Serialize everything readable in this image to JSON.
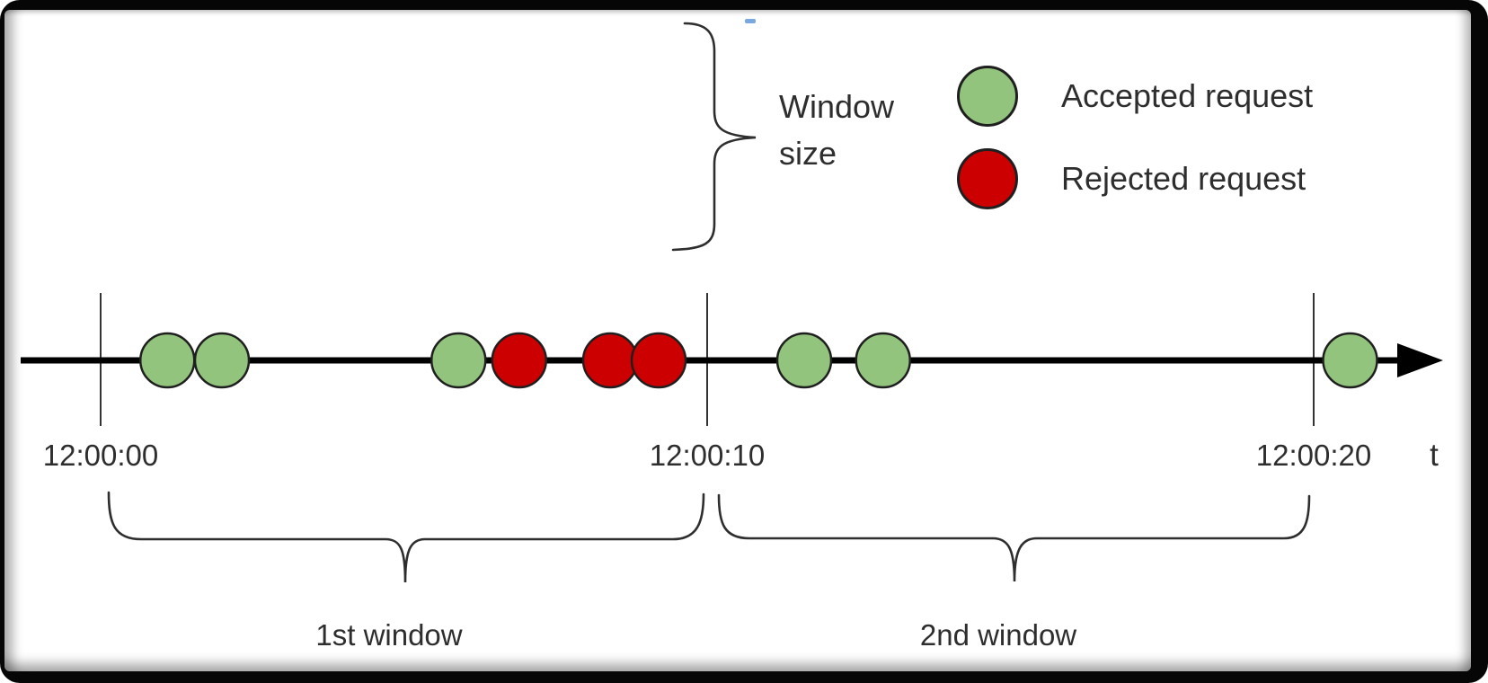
{
  "window_size_label": "Window size",
  "legend": {
    "items": [
      {
        "label": "Accepted request",
        "color": "#93c47d"
      },
      {
        "label": "Rejected request",
        "color": "#cc0000"
      }
    ]
  },
  "timeline": {
    "axis_label": "t",
    "ticks": [
      {
        "label": "12:00:00",
        "t": 0
      },
      {
        "label": "12:00:10",
        "t": 10
      },
      {
        "label": "12:00:20",
        "t": 20
      }
    ],
    "requests": [
      {
        "t": 1.1,
        "status": "accepted"
      },
      {
        "t": 2.0,
        "status": "accepted"
      },
      {
        "t": 5.9,
        "status": "accepted"
      },
      {
        "t": 6.9,
        "status": "rejected"
      },
      {
        "t": 8.4,
        "status": "rejected"
      },
      {
        "t": 9.2,
        "status": "rejected"
      },
      {
        "t": 11.6,
        "status": "accepted"
      },
      {
        "t": 12.9,
        "status": "accepted"
      },
      {
        "t": 20.6,
        "status": "accepted"
      }
    ]
  },
  "windows": [
    {
      "label": "1st window",
      "from": "12:00:00",
      "to": "12:00:10"
    },
    {
      "label": "2nd window",
      "from": "12:00:10",
      "to": "12:00:20"
    }
  ],
  "colors": {
    "accepted": "#93c47d",
    "rejected": "#cc0000",
    "axis": "#000000",
    "circle_stroke": "#1f1f1f",
    "brace": "#2e2e2e",
    "text": "#2e2e2e"
  }
}
